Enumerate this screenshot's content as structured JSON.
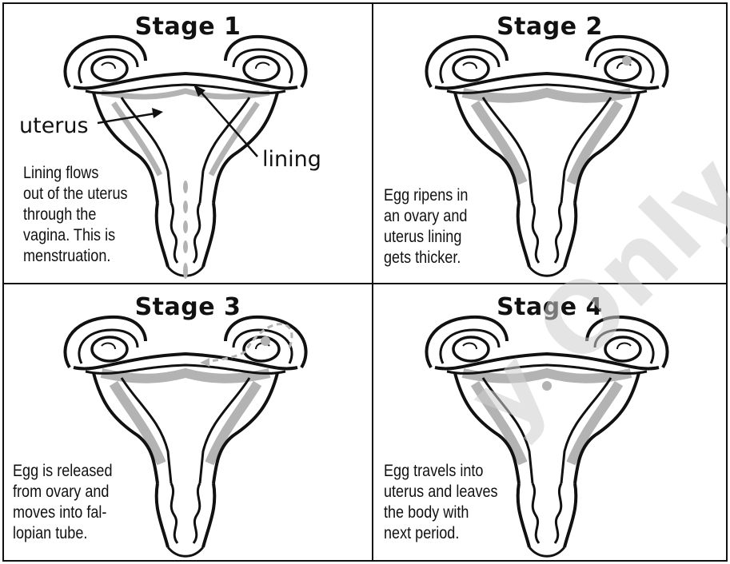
{
  "panels": [
    {
      "title": "Stage 1",
      "caption": [
        "Lining flows",
        "out of the uterus",
        "through the",
        "vagina. This is",
        "menstruation."
      ]
    },
    {
      "title": "Stage 2",
      "caption": [
        "Egg ripens in",
        "an ovary and",
        "uterus lining",
        "gets thicker."
      ]
    },
    {
      "title": "Stage 3",
      "caption": [
        "Egg is released",
        "from ovary and",
        "moves into fal-",
        "lopian tube."
      ]
    },
    {
      "title": "Stage 4",
      "caption": [
        "Egg travels into",
        "uterus and leaves",
        "the body with",
        "next period."
      ]
    }
  ],
  "labels": {
    "uterus": "uterus",
    "lining": "lining"
  },
  "watermark": "y Only",
  "colors": {
    "line": "#111111",
    "lining": "#b3b3b3",
    "watermark": "#cfcfcf"
  }
}
